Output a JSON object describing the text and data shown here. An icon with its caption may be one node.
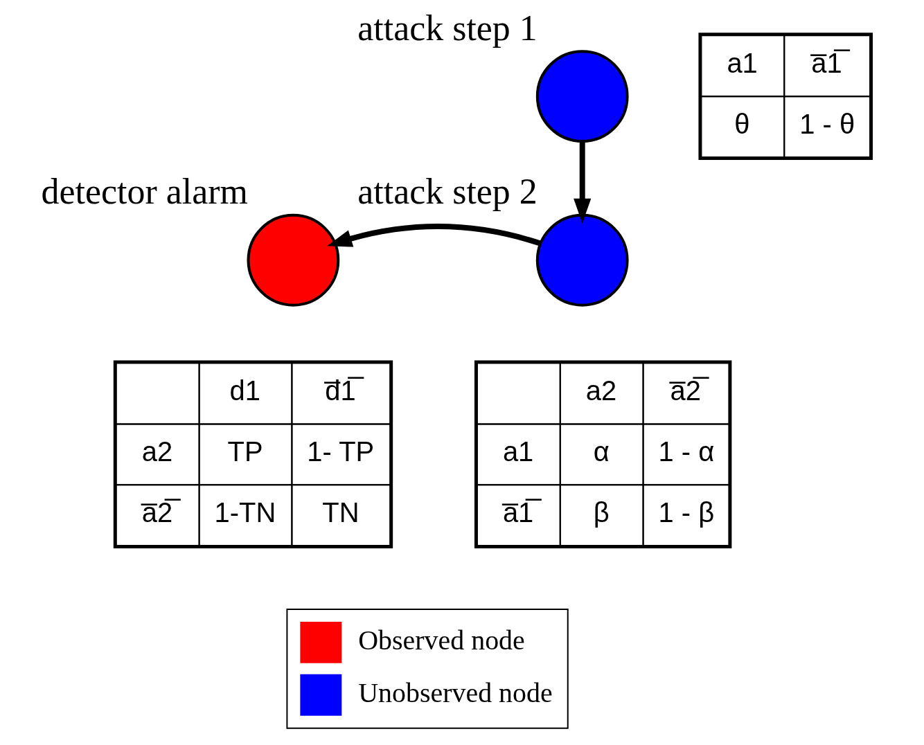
{
  "diagram": {
    "nodes": [
      {
        "text": [],
        "shape": "circle",
        "beside": [
          "attack step 1"
        ]
      },
      {
        "text": [],
        "shape": "circle",
        "beside": [
          "attack step 2"
        ]
      },
      {
        "text": [],
        "shape": "circle",
        "beside": [
          "detector alarm"
        ]
      }
    ],
    "edges": [
      {
        "from": 0,
        "to": 1,
        "arrow": "to"
      },
      {
        "from": 1,
        "to": 2,
        "arrow": "to"
      }
    ],
    "labels": [
      "a1",
      "a̅1̅",
      "θ",
      "1 - θ",
      "d1",
      "d̅1̅",
      "a2",
      "TP",
      "1- TP",
      "a̅2̅",
      "1-TN",
      "TN",
      "a2",
      "a̅2̅",
      "a1",
      "α",
      "1 - α",
      "a̅1̅",
      "β",
      "1 - β"
    ],
    "legend": [
      {
        "text": "Observed node",
        "color": "#ff0000"
      },
      {
        "text": "Unobserved node",
        "color": "#0000ff"
      }
    ]
  }
}
